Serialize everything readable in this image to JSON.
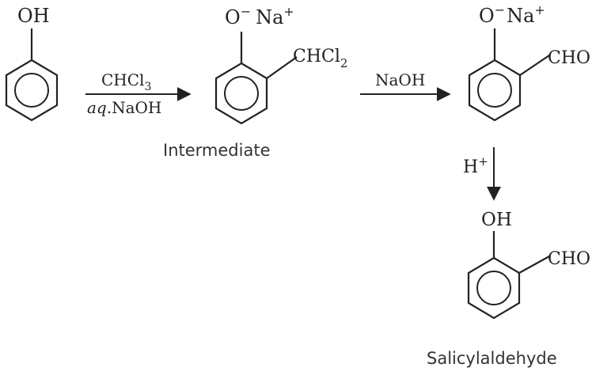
{
  "phenol": {
    "substituent": "OH"
  },
  "step1": {
    "reagent_top": "CHCl",
    "reagent_top_sub": "3",
    "reagent_bottom_italic": "aq",
    "reagent_bottom_rest": ".NaOH"
  },
  "intermediate": {
    "o_label": "O",
    "o_charge": "−",
    "na_label": "Na",
    "na_charge": "+",
    "side_group": "CHCl",
    "side_group_sub": "2",
    "caption": "Intermediate"
  },
  "step2": {
    "reagent": "NaOH"
  },
  "salt_product": {
    "o_label": "O",
    "o_charge": "−",
    "na_label": "Na",
    "na_charge": "+",
    "side_group": "CHO"
  },
  "step3": {
    "reagent": "H",
    "reagent_charge": "+"
  },
  "final_product": {
    "substituent": "OH",
    "side_group": "CHO",
    "caption": "Salicylaldehyde"
  },
  "colors": {
    "ink": "#222222",
    "background": "#ffffff"
  }
}
